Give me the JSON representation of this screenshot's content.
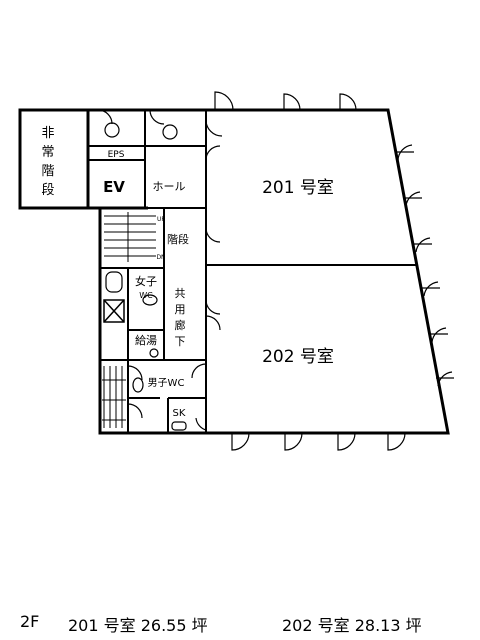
{
  "plan": {
    "labels": {
      "emergency_stairs": [
        "非",
        "常",
        "階",
        "段"
      ],
      "eps": "EPS",
      "ev": "EV",
      "hall": "ホール",
      "stairs": "階段",
      "womens_wc": [
        "女子",
        "WC"
      ],
      "shared_corridor": [
        "共",
        "用",
        "廊",
        "下"
      ],
      "kitchenette": "給湯",
      "mens_wc": "男子WC",
      "sk": "SK",
      "room_201": "201 号室",
      "room_202": "202 号室",
      "up_mark": "UP",
      "dn_mark": "DN"
    }
  },
  "caption": {
    "floor": "2F",
    "room_201_area": "201 号室 26.55 坪",
    "room_202_area": "202 号室 28.13 坪"
  }
}
